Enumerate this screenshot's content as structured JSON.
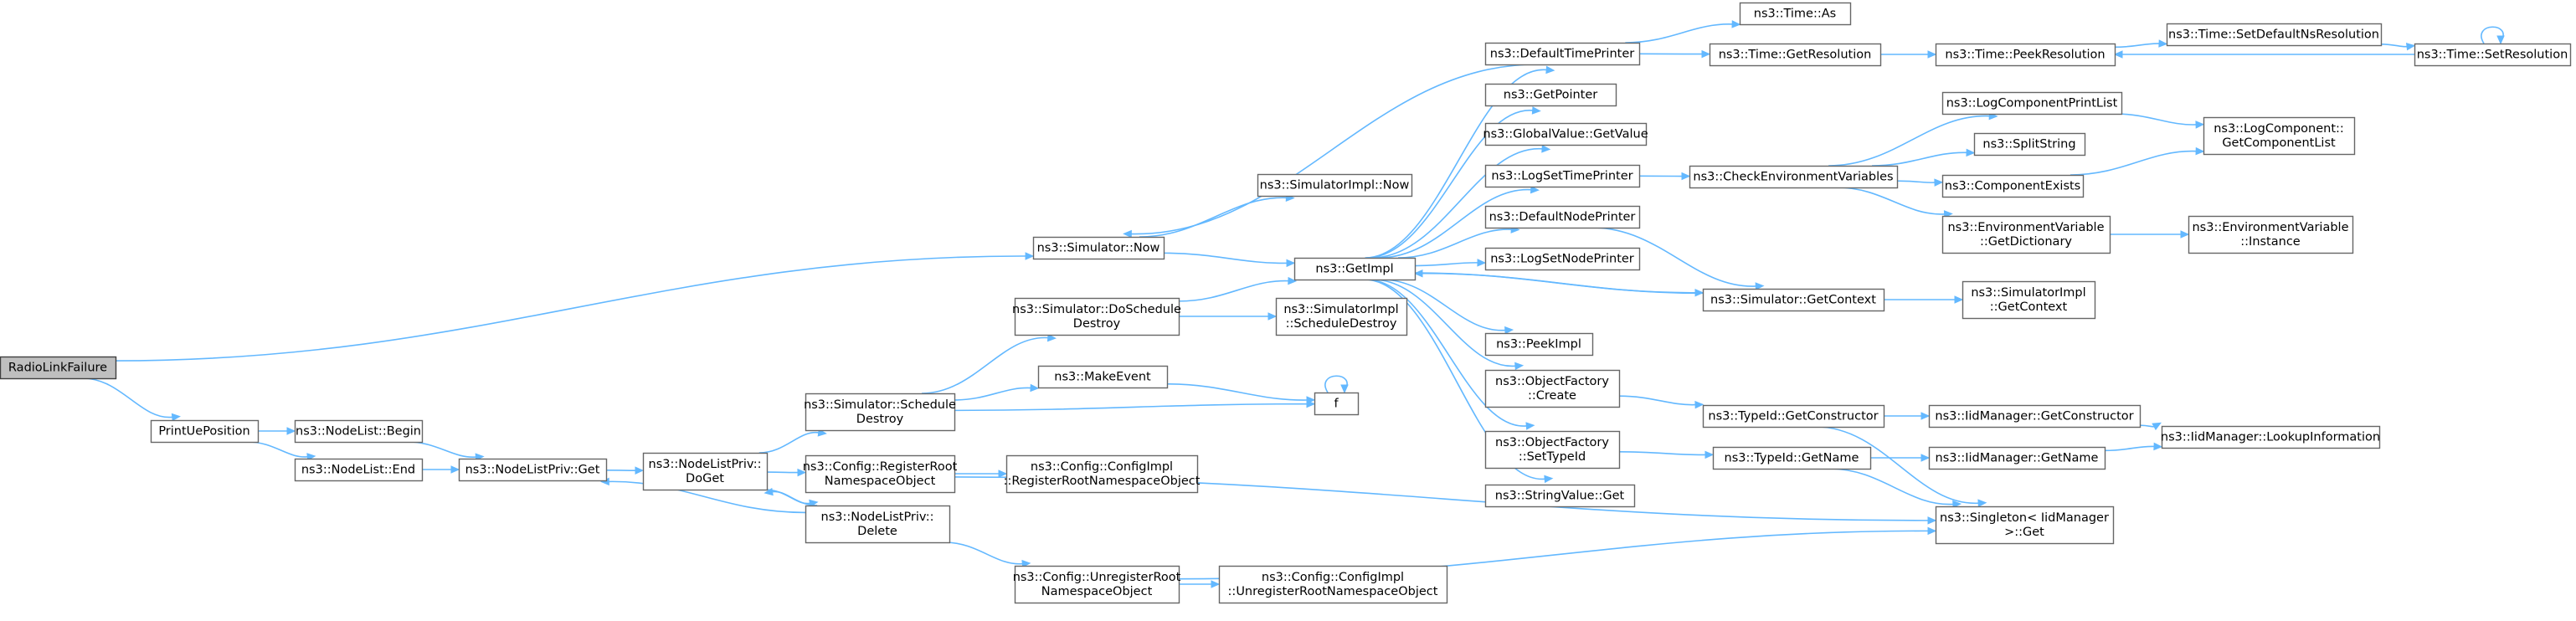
{
  "diagram": {
    "type": "call-graph",
    "colors": {
      "edge": "#63b8ff",
      "node_border": "#666666",
      "root_fill": "#bfbfbf",
      "node_fill": "#ffffff"
    },
    "nodes": [
      {
        "id": "root",
        "lines": [
          "RadioLinkFailure"
        ]
      },
      {
        "id": "printUe",
        "lines": [
          "PrintUePosition"
        ]
      },
      {
        "id": "nlBegin",
        "lines": [
          "ns3::NodeList::Begin"
        ]
      },
      {
        "id": "nlEnd",
        "lines": [
          "ns3::NodeList::End"
        ]
      },
      {
        "id": "nlpGet",
        "lines": [
          "ns3::NodeListPriv::Get"
        ]
      },
      {
        "id": "doGet",
        "lines": [
          "ns3::NodeListPriv::",
          "DoGet"
        ]
      },
      {
        "id": "schedDestroy",
        "lines": [
          "ns3::Simulator::Schedule",
          "Destroy"
        ]
      },
      {
        "id": "cfgRegister",
        "lines": [
          "ns3::Config::RegisterRoot",
          "NamespaceObject"
        ]
      },
      {
        "id": "nlpDelete",
        "lines": [
          "ns3::NodeListPriv::",
          "Delete"
        ]
      },
      {
        "id": "cfgUnregister",
        "lines": [
          "ns3::Config::UnregisterRoot",
          "NamespaceObject"
        ]
      },
      {
        "id": "cfgImplRegister",
        "lines": [
          "ns3::Config::ConfigImpl",
          "::RegisterRootNamespaceObject"
        ]
      },
      {
        "id": "cfgImplUnregister",
        "lines": [
          "ns3::Config::ConfigImpl",
          "::UnregisterRootNamespaceObject"
        ]
      },
      {
        "id": "simNow",
        "lines": [
          "ns3::Simulator::Now"
        ]
      },
      {
        "id": "doSchedDestroy",
        "lines": [
          "ns3::Simulator::DoSchedule",
          "Destroy"
        ]
      },
      {
        "id": "makeEvent",
        "lines": [
          "ns3::MakeEvent"
        ]
      },
      {
        "id": "f",
        "lines": [
          "f"
        ]
      },
      {
        "id": "simImplNow",
        "lines": [
          "ns3::SimulatorImpl::Now"
        ]
      },
      {
        "id": "getImpl",
        "lines": [
          "ns3::GetImpl"
        ]
      },
      {
        "id": "simImplSchedDestroy",
        "lines": [
          "ns3::SimulatorImpl",
          "::ScheduleDestroy"
        ]
      },
      {
        "id": "defTimePrinter",
        "lines": [
          "ns3::DefaultTimePrinter"
        ]
      },
      {
        "id": "getPointer",
        "lines": [
          "ns3::GetPointer"
        ]
      },
      {
        "id": "gvGetValue",
        "lines": [
          "ns3::GlobalValue::GetValue"
        ]
      },
      {
        "id": "logSetTime",
        "lines": [
          "ns3::LogSetTimePrinter"
        ]
      },
      {
        "id": "defNodePrinter",
        "lines": [
          "ns3::DefaultNodePrinter"
        ]
      },
      {
        "id": "logSetNode",
        "lines": [
          "ns3::LogSetNodePrinter"
        ]
      },
      {
        "id": "peekImpl",
        "lines": [
          "ns3::PeekImpl"
        ]
      },
      {
        "id": "ofCreate",
        "lines": [
          "ns3::ObjectFactory",
          "::Create"
        ]
      },
      {
        "id": "ofSetTypeId",
        "lines": [
          "ns3::ObjectFactory",
          "::SetTypeId"
        ]
      },
      {
        "id": "svGet",
        "lines": [
          "ns3::StringValue::Get"
        ]
      },
      {
        "id": "timeAs",
        "lines": [
          "ns3::Time::As"
        ]
      },
      {
        "id": "timeGetRes",
        "lines": [
          "ns3::Time::GetResolution"
        ]
      },
      {
        "id": "checkEnv",
        "lines": [
          "ns3::CheckEnvironmentVariables"
        ]
      },
      {
        "id": "simGetContext",
        "lines": [
          "ns3::Simulator::GetContext"
        ]
      },
      {
        "id": "typeGetCtor",
        "lines": [
          "ns3::TypeId::GetConstructor"
        ]
      },
      {
        "id": "typeGetName",
        "lines": [
          "ns3::TypeId::GetName"
        ]
      },
      {
        "id": "timePeekRes",
        "lines": [
          "ns3::Time::PeekResolution"
        ]
      },
      {
        "id": "logCompPrintList",
        "lines": [
          "ns3::LogComponentPrintList"
        ]
      },
      {
        "id": "splitString",
        "lines": [
          "ns3::SplitString"
        ]
      },
      {
        "id": "compExists",
        "lines": [
          "ns3::ComponentExists"
        ]
      },
      {
        "id": "envGetDict",
        "lines": [
          "ns3::EnvironmentVariable",
          "::GetDictionary"
        ]
      },
      {
        "id": "simImplGetContext",
        "lines": [
          "ns3::SimulatorImpl",
          "::GetContext"
        ]
      },
      {
        "id": "iidGetCtor",
        "lines": [
          "ns3::IidManager::GetConstructor"
        ]
      },
      {
        "id": "iidGetName",
        "lines": [
          "ns3::IidManager::GetName"
        ]
      },
      {
        "id": "singletonGet",
        "lines": [
          "ns3::Singleton< IidManager",
          ">::Get"
        ]
      },
      {
        "id": "timeSetDefRes",
        "lines": [
          "ns3::Time::SetDefaultNsResolution"
        ]
      },
      {
        "id": "logCompGetList",
        "lines": [
          "ns3::LogComponent::",
          "GetComponentList"
        ]
      },
      {
        "id": "envInstance",
        "lines": [
          "ns3::EnvironmentVariable",
          "::Instance"
        ]
      },
      {
        "id": "iidLookup",
        "lines": [
          "ns3::IidManager::LookupInformation"
        ]
      },
      {
        "id": "timeSetRes",
        "lines": [
          "ns3::Time::SetResolution"
        ]
      }
    ]
  }
}
